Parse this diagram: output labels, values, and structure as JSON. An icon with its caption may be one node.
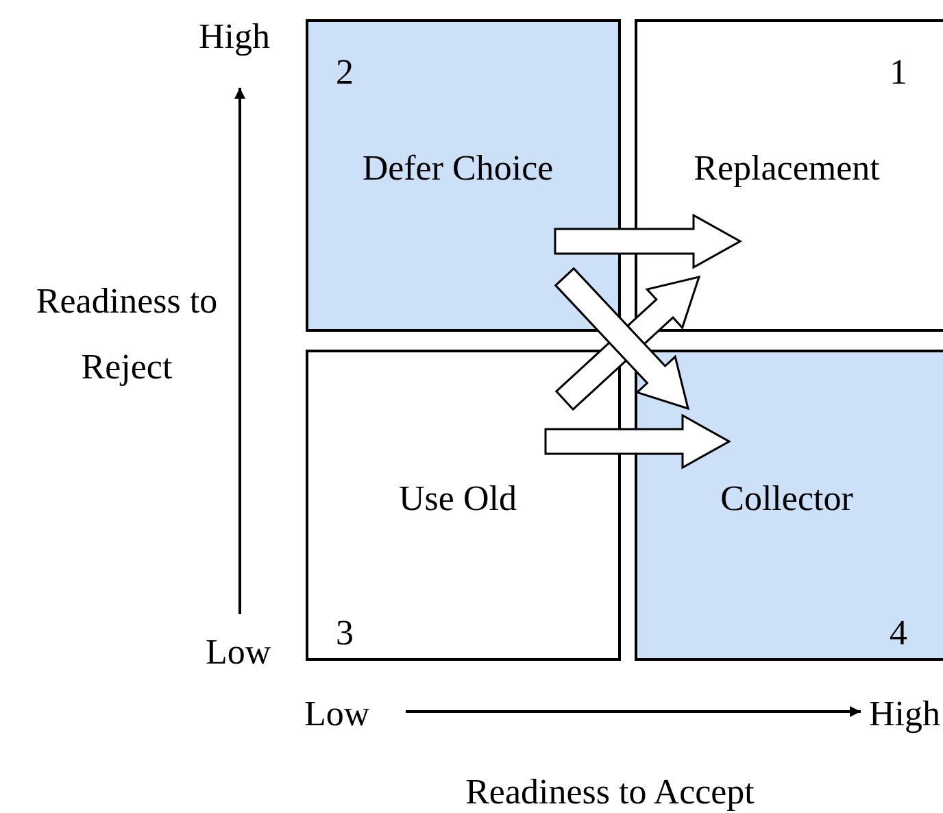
{
  "diagram": {
    "nodes": [
      {
        "text": [
          "2",
          "Defer Choice"
        ]
      },
      {
        "text": [
          "1",
          "Replacement"
        ]
      },
      {
        "text": [
          "3",
          "Use Old"
        ]
      },
      {
        "text": [
          "4",
          "Collector"
        ]
      }
    ],
    "edges": [
      {
        "from": 0,
        "to": 1,
        "arrow": "to"
      },
      {
        "from": 2,
        "to": 1,
        "arrow": "to"
      },
      {
        "from": 0,
        "to": 3,
        "arrow": "to"
      },
      {
        "from": 2,
        "to": 3,
        "arrow": "to"
      }
    ],
    "labels": [
      "High",
      "Readiness to Reject",
      "Low",
      "Low",
      "High",
      "Readiness to Accept"
    ]
  }
}
